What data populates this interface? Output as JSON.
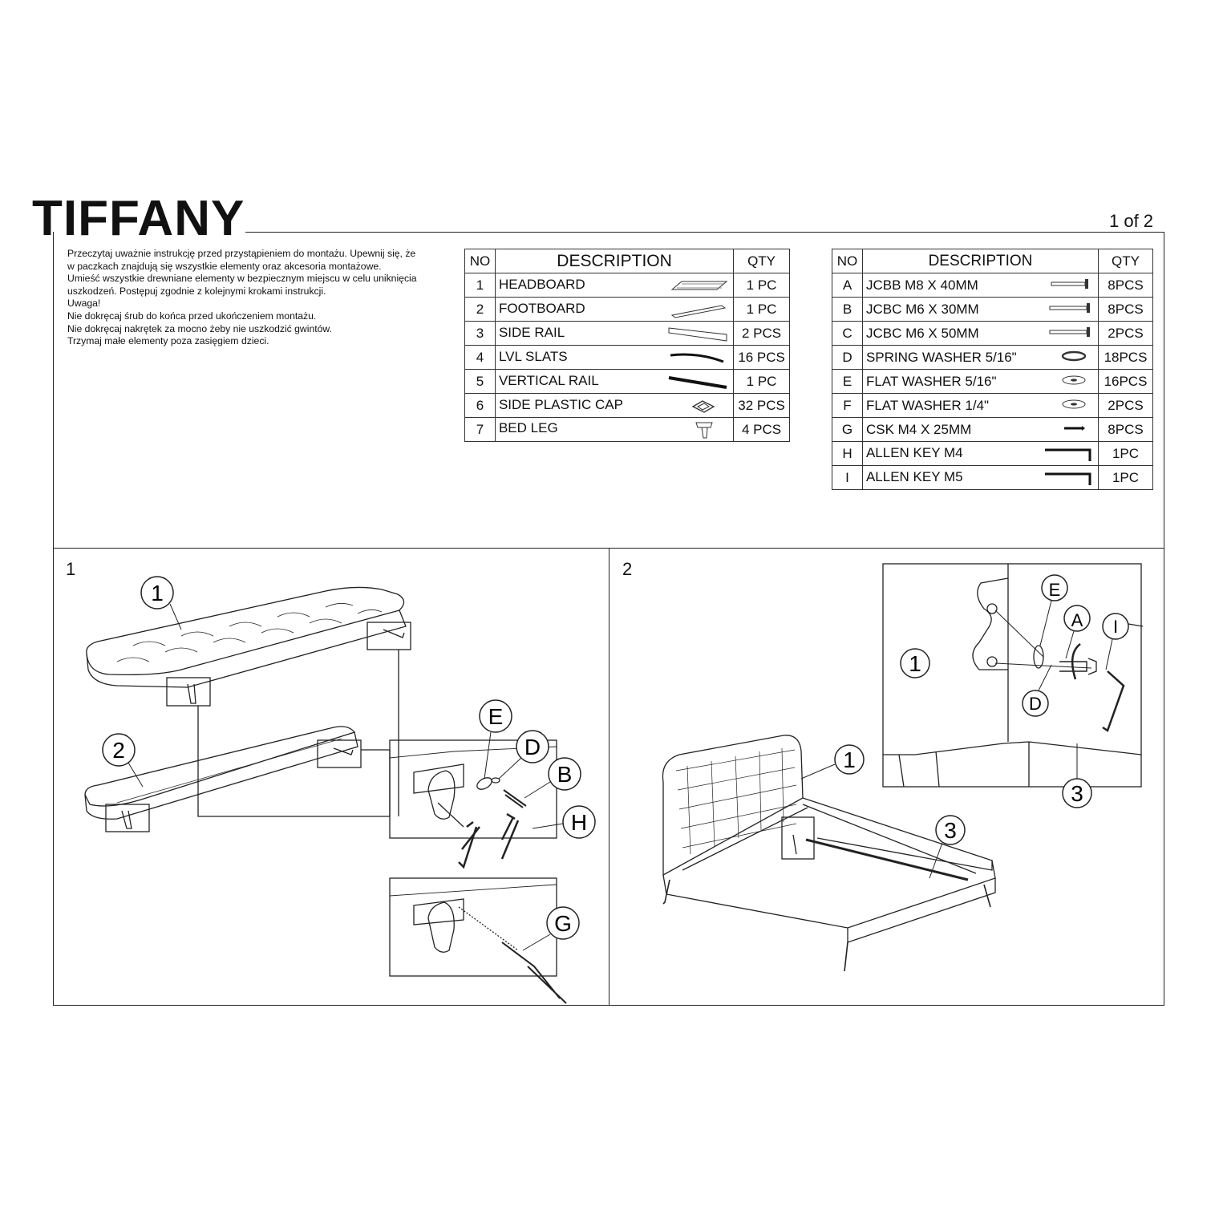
{
  "header": {
    "brand": "TIFFANY",
    "page": "1 of 2"
  },
  "instructions": [
    "Przeczytaj uważnie instrukcję przed przystąpieniem do montażu. Upewnij się, że w paczkach znajdują się wszystkie elementy oraz akcesoria montażowe.",
    "Umieść wszystkie drewniane elementy w bezpiecznym miejscu w celu uniknięcia uszkodzeń.  Postępuj zgodnie z kolejnymi krokami instrukcji.",
    "Uwaga!",
    "Nie dokręcaj śrub do końca przed ukończeniem montażu.",
    "Nie dokręcaj nakrętek za mocno żeby nie uszkodzić gwintów.",
    "Trzymaj małe elementy poza zasięgiem dzieci."
  ],
  "parts_table": {
    "headers": [
      "NO",
      "DESCRIPTION",
      "QTY"
    ],
    "rows": [
      {
        "no": "1",
        "desc": "HEADBOARD",
        "qty": "1 PC",
        "icon": "headboard-icon"
      },
      {
        "no": "2",
        "desc": "FOOTBOARD",
        "qty": "1 PC",
        "icon": "footboard-icon"
      },
      {
        "no": "3",
        "desc": "SIDE RAIL",
        "qty": "2 PCS",
        "icon": "side-rail-icon"
      },
      {
        "no": "4",
        "desc": "LVL SLATS",
        "qty": "16 PCS",
        "icon": "slat-icon"
      },
      {
        "no": "5",
        "desc": "VERTICAL RAIL",
        "qty": "1 PC",
        "icon": "vertical-rail-icon"
      },
      {
        "no": "6",
        "desc": "SIDE PLASTIC CAP",
        "qty": "32 PCS",
        "icon": "plastic-cap-icon"
      },
      {
        "no": "7",
        "desc": "BED LEG",
        "qty": "4 PCS",
        "icon": "bed-leg-icon"
      }
    ]
  },
  "hardware_table": {
    "headers": [
      "NO",
      "DESCRIPTION",
      "QTY"
    ],
    "rows": [
      {
        "no": "A",
        "desc": "JCBB M8 X 40MM",
        "qty": "8PCS",
        "icon": "bolt-icon"
      },
      {
        "no": "B",
        "desc": "JCBC M6 X 30MM",
        "qty": "8PCS",
        "icon": "bolt-icon"
      },
      {
        "no": "C",
        "desc": "JCBC M6 X 50MM",
        "qty": "2PCS",
        "icon": "bolt-icon"
      },
      {
        "no": "D",
        "desc": "SPRING WASHER 5/16\"",
        "qty": "18PCS",
        "icon": "spring-washer-icon"
      },
      {
        "no": "E",
        "desc": "FLAT WASHER 5/16\"",
        "qty": "16PCS",
        "icon": "flat-washer-icon"
      },
      {
        "no": "F",
        "desc": "FLAT WASHER 1/4\"",
        "qty": "2PCS",
        "icon": "flat-washer-icon"
      },
      {
        "no": "G",
        "desc": "CSK M4 X 25MM",
        "qty": "8PCS",
        "icon": "screw-icon"
      },
      {
        "no": "H",
        "desc": "ALLEN KEY M4",
        "qty": "1PC",
        "icon": "allen-key-icon"
      },
      {
        "no": "I",
        "desc": "ALLEN KEY M5",
        "qty": "1PC",
        "icon": "allen-key-icon"
      }
    ]
  },
  "step1": {
    "number": "1",
    "callouts": {
      "headboard": "1",
      "footboard": "2",
      "flat_washer": "E",
      "spring_washer": "D",
      "bolt": "B",
      "allen_key": "H",
      "screw": "G"
    }
  },
  "step2": {
    "number": "2",
    "callouts": {
      "detail_headboard": "1",
      "flat_washer": "E",
      "bolt": "A",
      "allen_key": "I",
      "spring_washer": "D",
      "detail_rail": "3",
      "bed_headboard": "1",
      "bed_rail": "3"
    }
  }
}
